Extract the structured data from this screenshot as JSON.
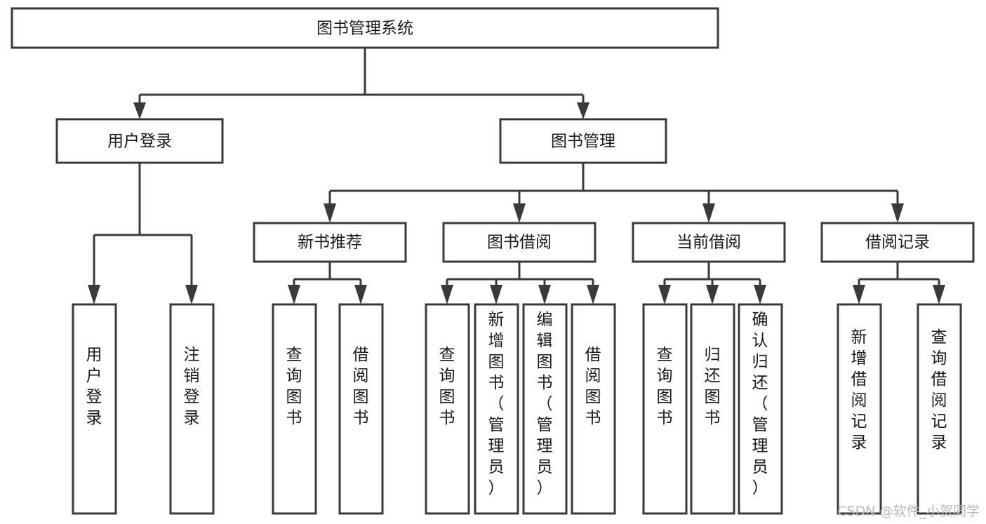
{
  "diagram": {
    "title": "图书管理系统",
    "type": "tree-hierarchy-diagram",
    "orientation": "top-down",
    "colors": {
      "stroke": "#3a3a3a",
      "fill": "#ffffff",
      "text": "#1a1a1a",
      "watermark": "#b9b9b9",
      "background": "#ffffff"
    },
    "nodes": {
      "root": {
        "label": "图书管理系统"
      },
      "level2": [
        {
          "id": "user-login",
          "label": "用户登录"
        },
        {
          "id": "book-management",
          "label": "图书管理"
        }
      ],
      "level3": [
        {
          "id": "new-book-recommend",
          "label": "新书推荐"
        },
        {
          "id": "book-borrow",
          "label": "图书借阅"
        },
        {
          "id": "current-borrow",
          "label": "当前借阅"
        },
        {
          "id": "borrow-record",
          "label": "借阅记录"
        }
      ],
      "leaves": [
        {
          "id": "leaf-user-login",
          "label": "用户登录",
          "parent": "user-login"
        },
        {
          "id": "leaf-logout-login",
          "label": "注销登录",
          "parent": "user-login"
        },
        {
          "id": "leaf-query-book-1",
          "label": "查询图书",
          "parent": "new-book-recommend"
        },
        {
          "id": "leaf-borrow-book-1",
          "label": "借阅图书",
          "parent": "new-book-recommend"
        },
        {
          "id": "leaf-query-book-2",
          "label": "查询图书",
          "parent": "book-borrow"
        },
        {
          "id": "leaf-add-book",
          "label": "新增图书（管理员）",
          "parent": "book-borrow"
        },
        {
          "id": "leaf-edit-book",
          "label": "编辑图书（管理员）",
          "parent": "book-borrow"
        },
        {
          "id": "leaf-borrow-book-2",
          "label": "借阅图书",
          "parent": "book-borrow"
        },
        {
          "id": "leaf-query-book-3",
          "label": "查询图书",
          "parent": "current-borrow"
        },
        {
          "id": "leaf-return-book",
          "label": "归还图书",
          "parent": "current-borrow"
        },
        {
          "id": "leaf-confirm-return",
          "label": "确认归还（管理员）",
          "parent": "current-borrow"
        },
        {
          "id": "leaf-add-record",
          "label": "新增借阅记录",
          "parent": "borrow-record"
        },
        {
          "id": "leaf-query-record",
          "label": "查询借阅记录",
          "parent": "borrow-record"
        }
      ]
    }
  },
  "watermark": {
    "label": "CSDN @软件_小贺同学"
  }
}
